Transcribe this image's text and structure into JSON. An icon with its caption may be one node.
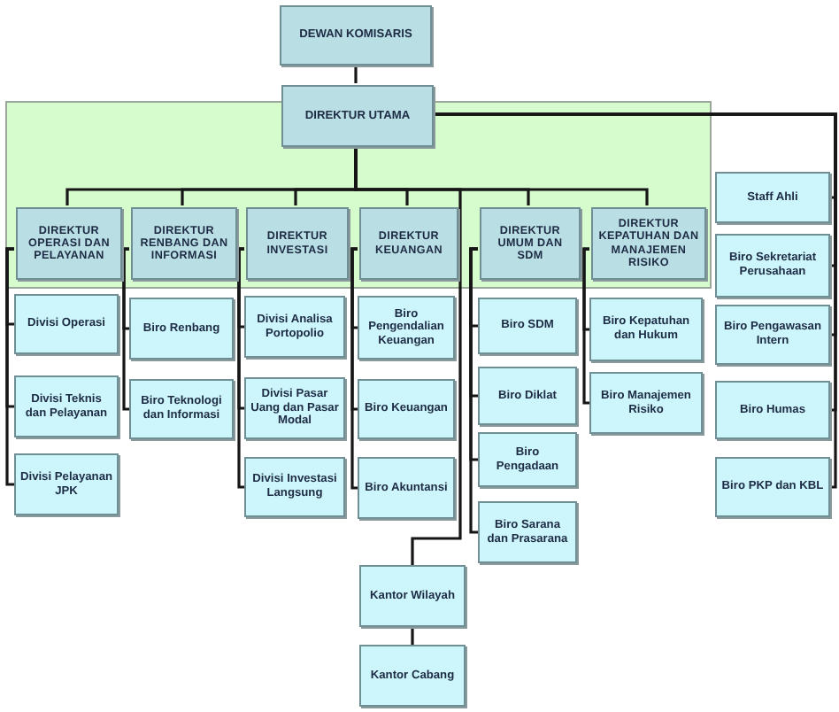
{
  "diagram": {
    "nodes": [
      {
        "text": [
          "DEWAN KOMISARIS"
        ]
      },
      {
        "text": [],
        "shape": "box"
      },
      {
        "text": [
          "DIREKTUR UTAMA"
        ],
        "in": 1
      },
      {
        "text": [
          "DIREKTUR OPERASI DAN PELAYANAN"
        ],
        "in": 1
      },
      {
        "text": [
          "DIREKTUR RENBANG DAN INFORMASI"
        ],
        "in": 1
      },
      {
        "text": [
          "DIREKTUR INVESTASI"
        ],
        "in": 1
      },
      {
        "text": [
          "DIREKTUR KEUANGAN"
        ],
        "in": 1
      },
      {
        "text": [
          "DIREKTUR UMUM DAN SDM"
        ],
        "in": 1
      },
      {
        "text": [
          "DIREKTUR KEPATUHAN DAN MANAJEMEN RISIKO"
        ],
        "in": 1
      },
      {
        "text": [
          "Staff Ahli"
        ]
      },
      {
        "text": [
          "Biro Sekretariat Perusahaan"
        ]
      },
      {
        "text": [
          "Biro Pengawasan Intern"
        ]
      },
      {
        "text": [
          "Biro Humas"
        ]
      },
      {
        "text": [
          "Biro PKP dan KBL"
        ]
      },
      {
        "text": [
          "Divisi Operasi"
        ]
      },
      {
        "text": [
          "Divisi Teknis dan Pelayanan"
        ]
      },
      {
        "text": [
          "Divisi Pelayanan JPK"
        ]
      },
      {
        "text": [
          "Biro Renbang"
        ]
      },
      {
        "text": [
          "Biro Teknologi dan Informasi"
        ]
      },
      {
        "text": [
          "Divisi Analisa Portopolio"
        ]
      },
      {
        "text": [
          "Divisi Pasar Uang dan Pasar Modal"
        ]
      },
      {
        "text": [
          "Divisi Investasi Langsung"
        ]
      },
      {
        "text": [
          "Biro Pengendalian Keuangan"
        ]
      },
      {
        "text": [
          "Biro Keuangan"
        ]
      },
      {
        "text": [
          "Biro Akuntansi"
        ]
      },
      {
        "text": [
          "Biro SDM"
        ]
      },
      {
        "text": [
          "Biro Diklat"
        ]
      },
      {
        "text": [
          "Biro Pengadaan"
        ]
      },
      {
        "text": [
          "Biro Sarana dan Prasarana"
        ]
      },
      {
        "text": [
          "Biro Kepatuhan dan Hukum"
        ]
      },
      {
        "text": [
          "Biro Manajemen Risiko"
        ]
      },
      {
        "text": [
          "Kantor Wilayah"
        ]
      },
      {
        "text": [
          "Kantor Cabang"
        ]
      }
    ],
    "edges": [
      {
        "from": 0,
        "to": 2,
        "arrow": "none"
      },
      {
        "from": 2,
        "to": 3,
        "arrow": "none"
      },
      {
        "from": 2,
        "to": 4,
        "arrow": "none"
      },
      {
        "from": 2,
        "to": 5,
        "arrow": "none"
      },
      {
        "from": 2,
        "to": 6,
        "arrow": "none"
      },
      {
        "from": 2,
        "to": 7,
        "arrow": "none"
      },
      {
        "from": 2,
        "to": 8,
        "arrow": "none"
      },
      {
        "from": 2,
        "to": 9,
        "arrow": "none"
      },
      {
        "from": 2,
        "to": 10,
        "arrow": "none"
      },
      {
        "from": 2,
        "to": 11,
        "arrow": "none"
      },
      {
        "from": 2,
        "to": 12,
        "arrow": "none"
      },
      {
        "from": 2,
        "to": 13,
        "arrow": "none"
      },
      {
        "from": 3,
        "to": 14,
        "arrow": "none"
      },
      {
        "from": 3,
        "to": 15,
        "arrow": "none"
      },
      {
        "from": 3,
        "to": 16,
        "arrow": "none"
      },
      {
        "from": 4,
        "to": 17,
        "arrow": "none"
      },
      {
        "from": 4,
        "to": 18,
        "arrow": "none"
      },
      {
        "from": 5,
        "to": 19,
        "arrow": "none"
      },
      {
        "from": 5,
        "to": 20,
        "arrow": "none"
      },
      {
        "from": 5,
        "to": 21,
        "arrow": "none"
      },
      {
        "from": 6,
        "to": 22,
        "arrow": "none"
      },
      {
        "from": 6,
        "to": 23,
        "arrow": "none"
      },
      {
        "from": 6,
        "to": 24,
        "arrow": "none"
      },
      {
        "from": 7,
        "to": 25,
        "arrow": "none"
      },
      {
        "from": 7,
        "to": 26,
        "arrow": "none"
      },
      {
        "from": 7,
        "to": 27,
        "arrow": "none"
      },
      {
        "from": 7,
        "to": 28,
        "arrow": "none"
      },
      {
        "from": 8,
        "to": 29,
        "arrow": "none"
      },
      {
        "from": 8,
        "to": 30,
        "arrow": "none"
      },
      {
        "from": 2,
        "to": 31,
        "arrow": "none"
      },
      {
        "from": 31,
        "to": 32,
        "arrow": "none"
      }
    ]
  }
}
